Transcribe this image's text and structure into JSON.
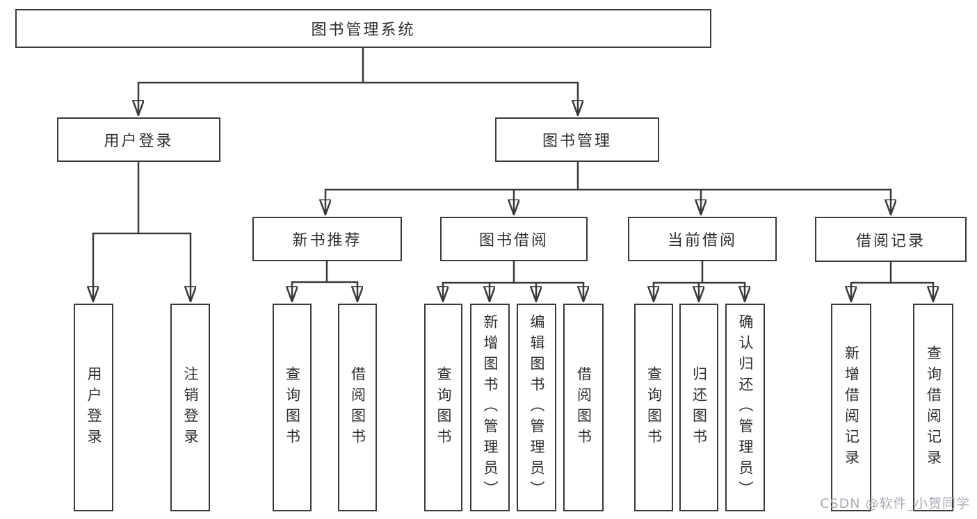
{
  "diagram": {
    "root": {
      "label": "图书管理系统"
    },
    "branches": [
      {
        "label": "用户登录",
        "children": [
          "用户登录",
          "注销登录"
        ]
      },
      {
        "label": "图书管理",
        "sections": [
          {
            "label": "新书推荐",
            "children": [
              "查询图书",
              "借阅图书"
            ]
          },
          {
            "label": "图书借阅",
            "children": [
              "查询图书",
              "新增图书（管理员）",
              "编辑图书（管理员）",
              "借阅图书"
            ]
          },
          {
            "label": "当前借阅",
            "children": [
              "查询图书",
              "归还图书",
              "确认归还（管理员）"
            ]
          },
          {
            "label": "借阅记录",
            "children": [
              "新增借阅记录",
              "查询借阅记录"
            ]
          }
        ]
      }
    ]
  },
  "watermark": "CSDN @软件_小贺同学",
  "colors": {
    "line": "#3a3a3a",
    "text": "#2d2d2d",
    "box_border": "#3a3a3a",
    "background": "#ffffff",
    "watermark": "#a9abb4"
  }
}
